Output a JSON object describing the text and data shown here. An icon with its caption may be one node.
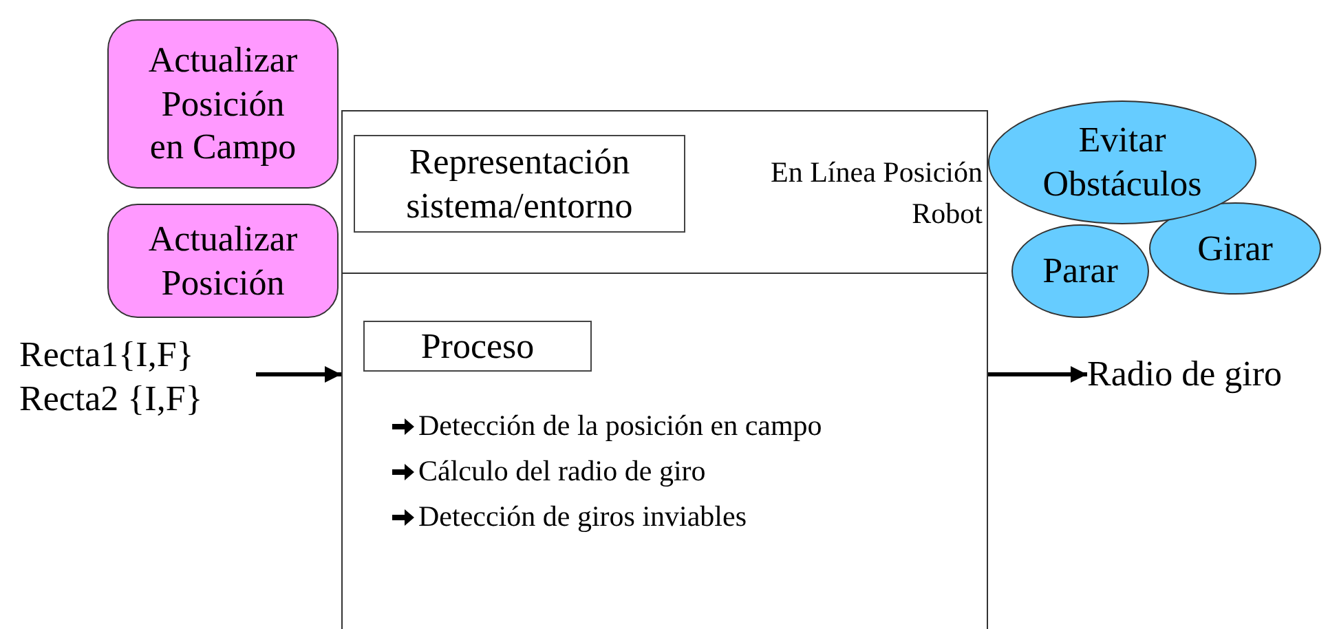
{
  "diagram": {
    "nodes": [
      {
        "text": [
          "Actualizar Posición en Campo"
        ]
      },
      {
        "text": [
          "En Línea Posición Robot"
        ]
      },
      {
        "text": [
          "Representación sistema/entorno"
        ],
        "in": 1
      },
      {
        "text": [
          "Evitar Obstáculos"
        ]
      },
      {
        "text": [
          "Actualizar Posición"
        ]
      },
      {
        "text": [
          "Parar"
        ]
      },
      {
        "text": [
          "Girar"
        ]
      },
      {
        "text": [
          "Recta1{I,F} Recta2 {I,F}"
        ]
      },
      {
        "text": [
          "Detección de la posición en campo",
          "Cálculo del radio de giro",
          "Detección de giros inviables"
        ]
      },
      {
        "text": [
          "Proceso"
        ],
        "in": 8
      },
      {
        "text": [
          "Radio de giro"
        ]
      }
    ],
    "edges": [
      {
        "from": 7,
        "to": 8,
        "arrow": "to"
      },
      {
        "from": 8,
        "to": 10,
        "arrow": "to"
      }
    ]
  }
}
